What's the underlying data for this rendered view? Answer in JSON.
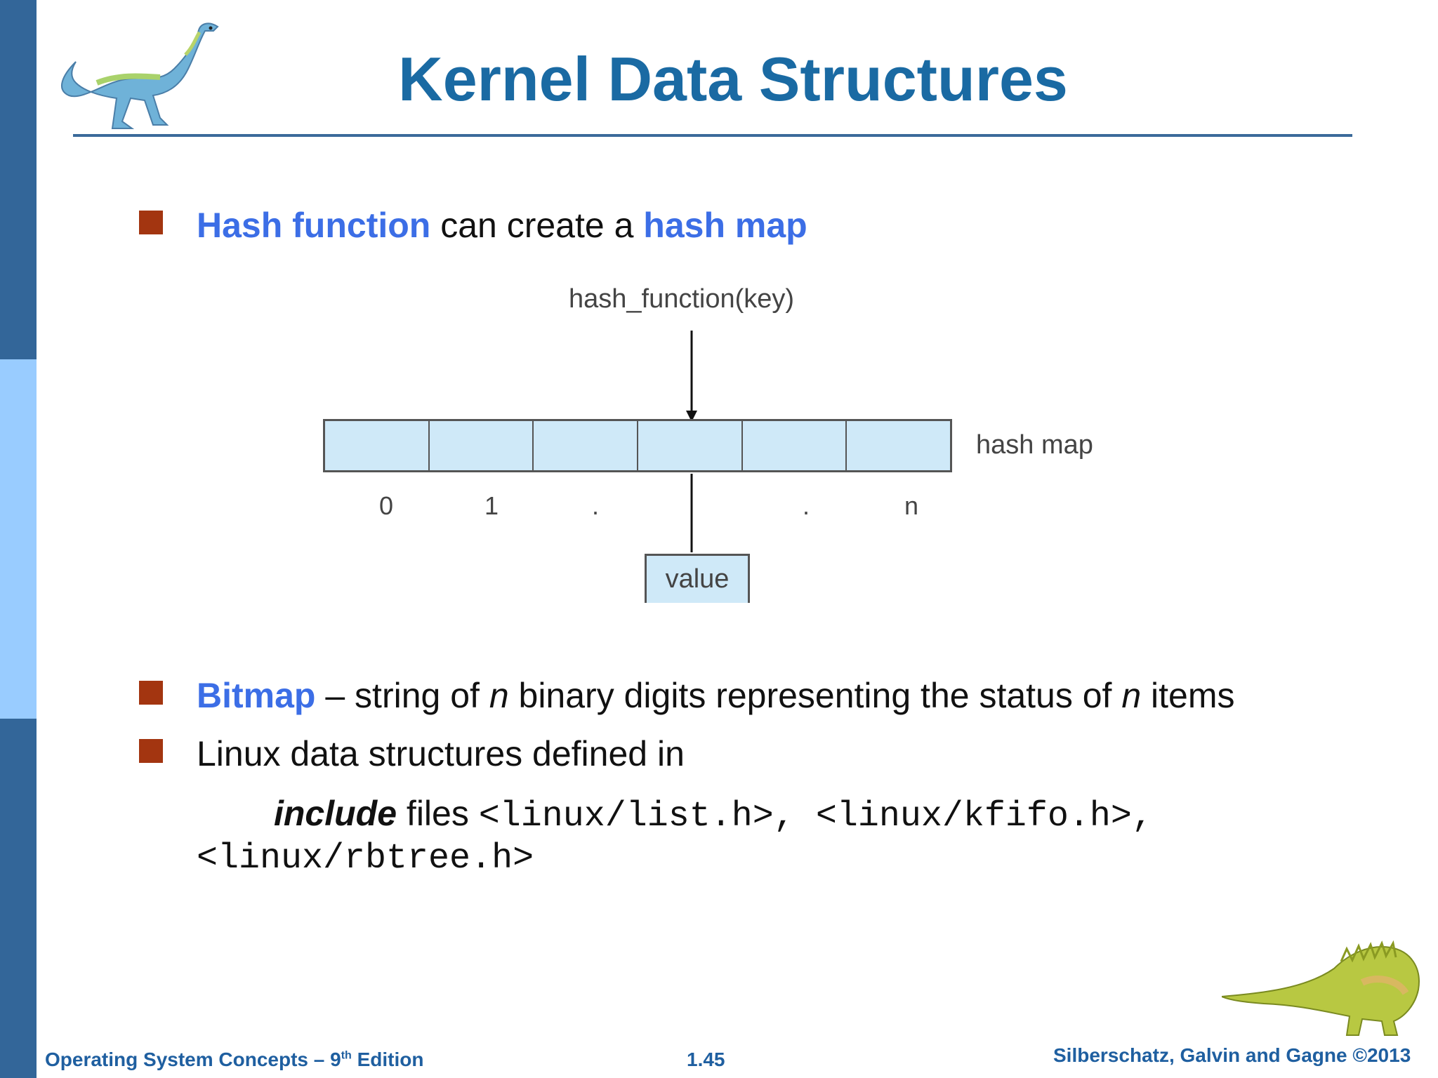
{
  "slide": {
    "title": "Kernel Data Structures",
    "bullets": [
      {
        "b1": "Hash function",
        "b2": " can create a ",
        "b3": "hash map"
      },
      {
        "b1": "Bitmap",
        "b2": " – string of ",
        "b3": "n",
        "b4": " binary digits representing the status of ",
        "b5": "n",
        "b6": " items"
      },
      {
        "b1": "Linux data structures defined in"
      }
    ],
    "include_line": {
      "word": "include",
      "files": " files ",
      "code1": "<linux/list.h>, <linux/kfifo.h>,",
      "code2": "<linux/rbtree.h>"
    }
  },
  "diagram": {
    "function_label": "hash_function(key)",
    "map_label": "hash map",
    "indices": [
      "0",
      "1",
      ".",
      ".",
      "n"
    ],
    "value_label": "value",
    "cell_fill": "#cfe9f8"
  },
  "footer": {
    "left_a": "Operating System Concepts – 9",
    "left_sup": "th",
    "left_b": " Edition",
    "page": "1.45",
    "right": "Silberschatz, Galvin and Gagne ©2013"
  },
  "colors": {
    "accent": "#1a6aa3",
    "bullet": "#a33510",
    "highlight": "#3c6ee6",
    "sidebar_dark": "#336699",
    "sidebar_light": "#99ccff"
  },
  "icons": [
    "dinosaur-logo-icon",
    "dinosaur-corner-icon"
  ]
}
